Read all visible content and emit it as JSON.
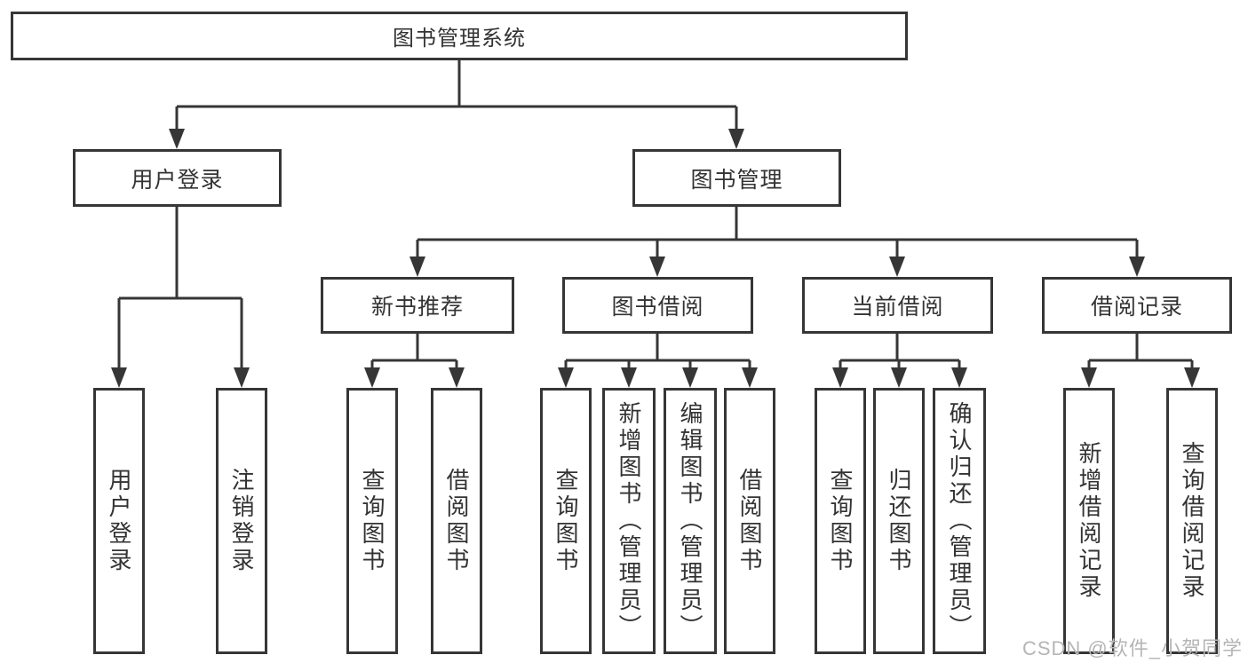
{
  "diagram": {
    "root": {
      "label": "图书管理系统"
    },
    "branches": [
      {
        "label": "用户登录",
        "children": [
          {
            "label": "用户登录"
          },
          {
            "label": "注销登录"
          }
        ]
      },
      {
        "label": "图书管理",
        "children": [
          {
            "label": "新书推荐",
            "children": [
              {
                "label": "查询图书"
              },
              {
                "label": "借阅图书"
              }
            ]
          },
          {
            "label": "图书借阅",
            "children": [
              {
                "label": "查询图书"
              },
              {
                "label": "新增图书（管理员）"
              },
              {
                "label": "编辑图书（管理员）"
              },
              {
                "label": "借阅图书"
              }
            ]
          },
          {
            "label": "当前借阅",
            "children": [
              {
                "label": "查询图书"
              },
              {
                "label": "归还图书"
              },
              {
                "label": "确认归还（管理员）"
              }
            ]
          },
          {
            "label": "借阅记录",
            "children": [
              {
                "label": "新增借阅记录"
              },
              {
                "label": "查询借阅记录"
              }
            ]
          }
        ]
      }
    ]
  },
  "watermark": {
    "text": "CSDN @软件_小贺同学"
  },
  "colors": {
    "line": "#363636",
    "text": "#333333",
    "box_bg": "#ffffff",
    "watermark": "#b5b5b5",
    "page_bg": "#ffffff"
  }
}
